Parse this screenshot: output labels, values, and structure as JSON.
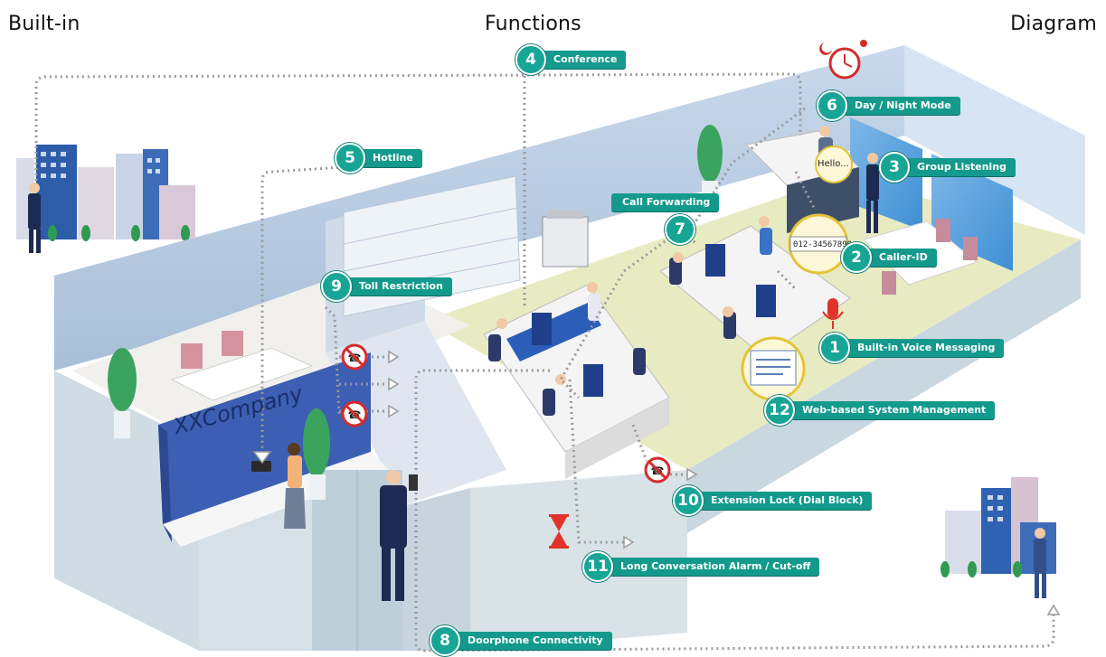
{
  "header": {
    "left": "Built-in",
    "center": "Functions",
    "right": "Diagram"
  },
  "features": [
    {
      "num": "1",
      "label": "Built-in Voice Messaging"
    },
    {
      "num": "2",
      "label": "Caller-ID"
    },
    {
      "num": "3",
      "label": "Group Listening"
    },
    {
      "num": "4",
      "label": "Conference"
    },
    {
      "num": "5",
      "label": "Hotline"
    },
    {
      "num": "6",
      "label": "Day / Night Mode"
    },
    {
      "num": "7",
      "label": "Call Forwarding"
    },
    {
      "num": "8",
      "label": "Doorphone Connectivity"
    },
    {
      "num": "9",
      "label": "Toll Restriction"
    },
    {
      "num": "10",
      "label": "Extension Lock (Dial Block)"
    },
    {
      "num": "11",
      "label": "Long Conversation Alarm / Cut-off"
    },
    {
      "num": "12",
      "label": "Web-based System Management"
    }
  ],
  "scene": {
    "company_sign": "XXCompany",
    "hello_bubble": "Hello...",
    "caller_id_display": "012-34567890"
  },
  "colors": {
    "callout": "#139a8c",
    "wall": "#b8cde3",
    "floor": "#e9ecc8",
    "path": "#9a9a9a"
  }
}
